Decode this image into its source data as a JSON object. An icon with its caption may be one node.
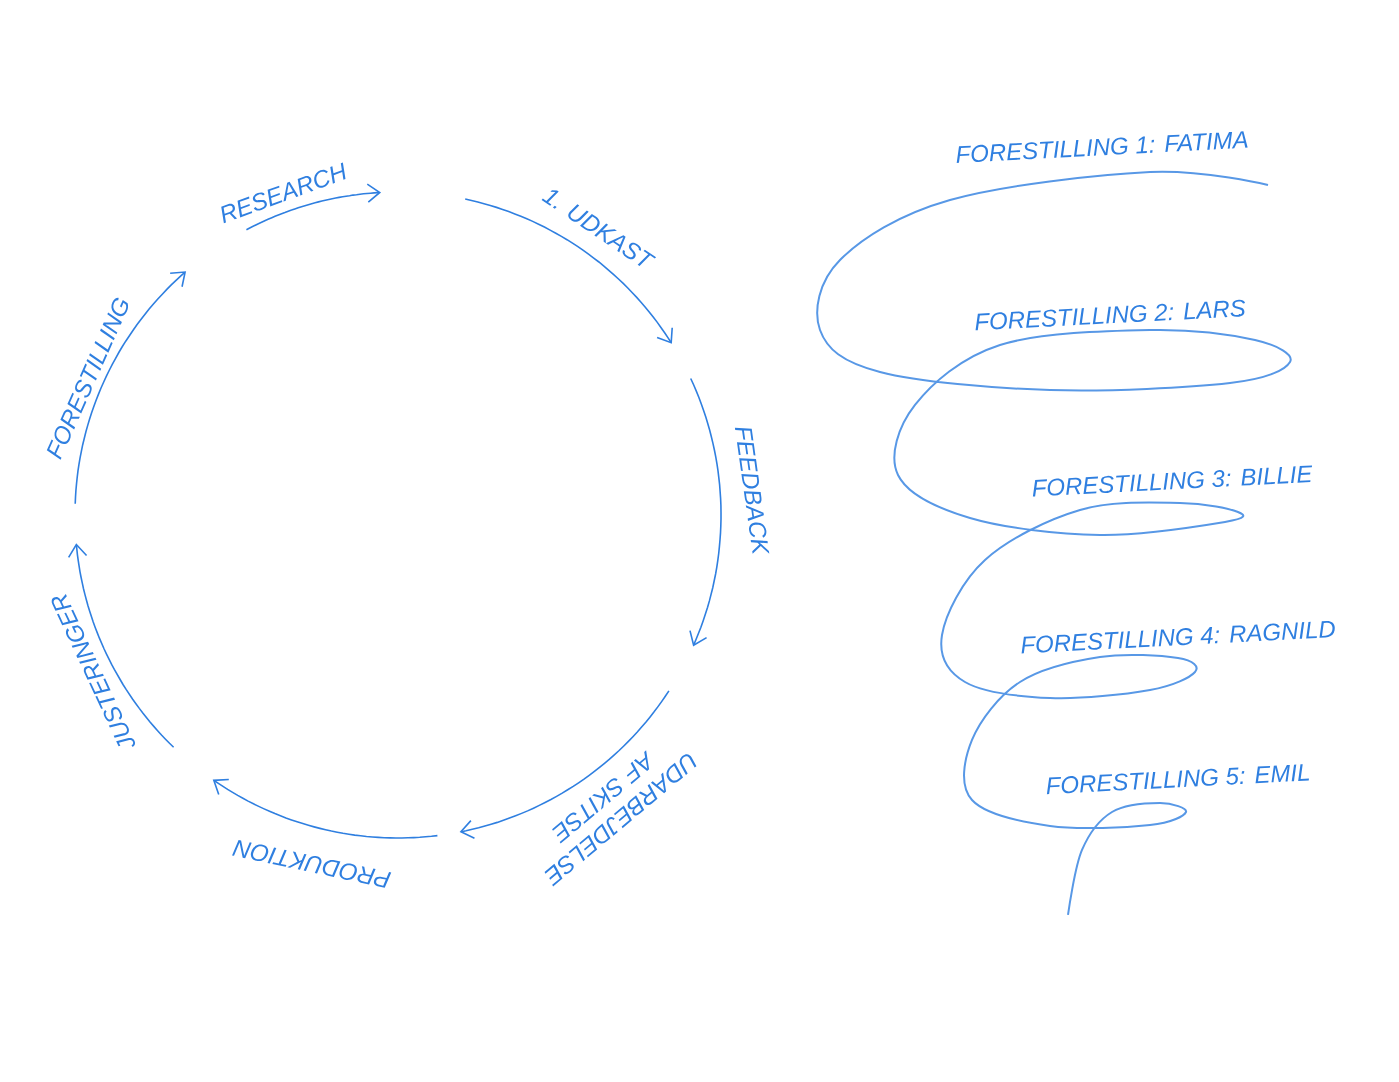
{
  "diagram": {
    "labels": [
      "RESEARCH",
      "1. UDKAST",
      "FEEDBACK",
      "UDARBEJDELSE AF SKITSE",
      "PRODUKTION",
      "JUSTERINGER",
      "FORESTILLING",
      "FORESTILLING 1: FATIMA",
      "FORESTILLING 2: LARS",
      "FORESTILLING 3: BILLIE",
      "FORESTILLING 4: RAGNILD",
      "FORESTILLING 5: EMIL"
    ]
  }
}
